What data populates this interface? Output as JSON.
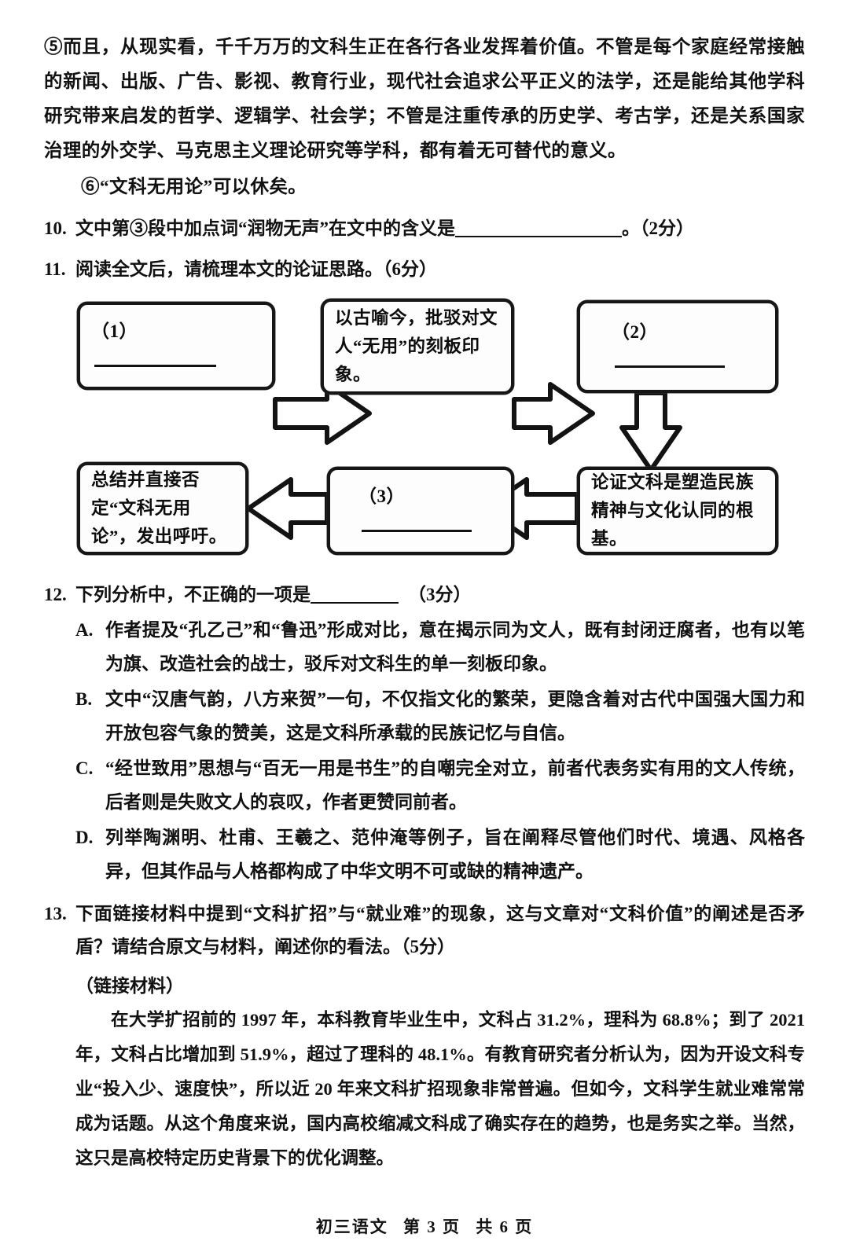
{
  "article": {
    "paragraphs": [
      "⑤而且，从现实看，千千万万的文科生正在各行各业发挥着价值。不管是每个家庭经常接触的新闻、出版、广告、影视、教育行业，现代社会追求公平正义的法学，还是能给其他学科研究带来启发的哲学、逻辑学、社会学；不管是注重传承的历史学、考古学，还是关系国家治理的外交学、马克思主义理论研究等学科，都有着无可替代的意义。",
      "⑥“文科无用论”可以休矣。"
    ]
  },
  "questions": [
    {
      "number": "10.",
      "text_before": "文中第③段中加点词“润物无声”在文中的含义是",
      "text_after": "。（2分）"
    },
    {
      "number": "11.",
      "text": "阅读全文后，请梳理本文的论证思路。（6分）"
    },
    {
      "number": "12.",
      "text_before": "下列分析中，不正确的一项是",
      "text_after": "（3分）"
    },
    {
      "number": "13.",
      "text": "下面链接材料中提到“文科扩招”与“就业难”的现象，这与文章对“文科价值”的阐述是否矛盾？请结合原文与材料，阐述你的看法。（5分）"
    }
  ],
  "flowchart": {
    "type": "flow-diagram",
    "boxes": [
      {
        "id": "b1",
        "label": "（1）",
        "text": "",
        "blank": true
      },
      {
        "id": "b2",
        "label": "",
        "text": "以古喻今，批驳对文人“无用”的刻板印象。",
        "blank": false
      },
      {
        "id": "b3",
        "label": "（2）",
        "text": "",
        "blank": true
      },
      {
        "id": "b4",
        "label": "",
        "text": "论证文科是塑造民族精神与文化认同的根基。",
        "blank": false
      },
      {
        "id": "b5",
        "label": "（3）",
        "text": "",
        "blank": true
      },
      {
        "id": "b6",
        "label": "",
        "text": "总结并直接否定“文科无用论”，发出呼吁。",
        "blank": false
      }
    ],
    "connections": [
      {
        "from": "b1",
        "to": "b2",
        "direction": "right"
      },
      {
        "from": "b2",
        "to": "b3",
        "direction": "right"
      },
      {
        "from": "b3",
        "to": "b4",
        "direction": "down"
      },
      {
        "from": "b4",
        "to": "b5",
        "direction": "left"
      },
      {
        "from": "b5",
        "to": "b6",
        "direction": "left"
      }
    ]
  },
  "options": [
    {
      "letter": "A.",
      "text": "作者提及“孔乙己”和“鲁迅”形成对比，意在揭示同为文人，既有封闭迂腐者，也有以笔为旗、改造社会的战士，驳斥对文科生的单一刻板印象。"
    },
    {
      "letter": "B.",
      "text": "文中“汉唐气韵，八方来贺”一句，不仅指文化的繁荣，更隐含着对古代中国强大国力和开放包容气象的赞美，这是文科所承载的民族记忆与自信。"
    },
    {
      "letter": "C.",
      "text": "“经世致用”思想与“百无一用是书生”的自嘲完全对立，前者代表务实有用的文人传统，后者则是失败文人的哀叹，作者更赞同前者。"
    },
    {
      "letter": "D.",
      "text": "列举陶渊明、杜甫、王羲之、范仲淹等例子，旨在阐释尽管他们时代、境遇、风格各异，但其作品与人格都构成了中华文明不可或缺的精神遗产。"
    }
  ],
  "material": {
    "title": "（链接材料）",
    "paragraph": "在大学扩招前的 1997 年，本科教育毕业生中，文科占 31.2%，理科为 68.8%；到了 2021 年，文科占比增加到 51.9%，超过了理科的 48.1%。有教育研究者分析认为，因为开设文科专业“投入少、速度快”，所以近 20 年来文科扩招现象非常普遍。但如今，文科学生就业难常常成为话题。从这个角度来说，国内高校缩减文科成了确实存在的趋势，也是务实之举。当然，这只是高校特定历史背景下的优化调整。"
  },
  "footer": {
    "subject": "初三语文",
    "page": "第 3 页",
    "total": "共 6 页"
  }
}
